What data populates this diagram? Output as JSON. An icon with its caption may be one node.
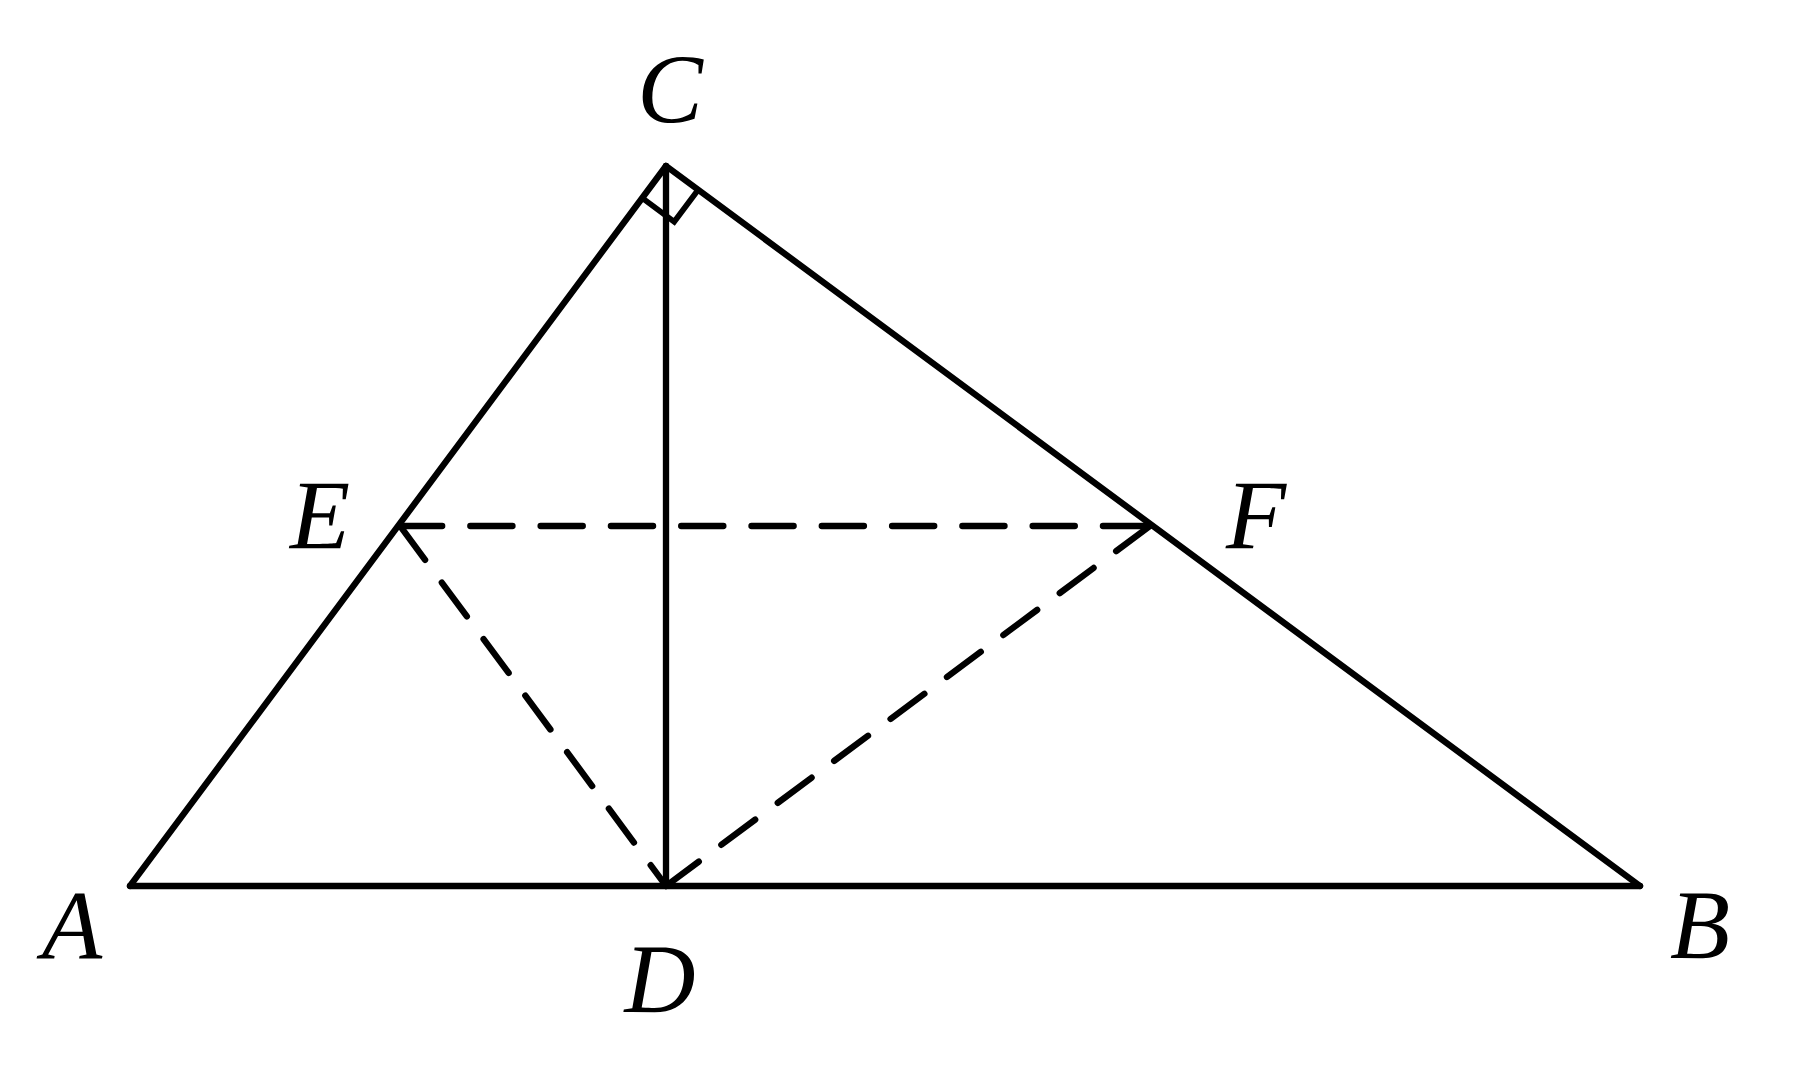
{
  "diagram": {
    "nodes": [
      {
        "text": [
          "A"
        ]
      },
      {
        "text": [
          "B"
        ]
      },
      {
        "text": [
          "C"
        ]
      },
      {
        "text": [
          "D"
        ]
      },
      {
        "text": [
          "E"
        ]
      },
      {
        "text": [
          "F"
        ]
      }
    ],
    "edges": [
      {
        "from": 0,
        "to": 2,
        "arrow": "none"
      },
      {
        "from": 2,
        "to": 1,
        "arrow": "none"
      },
      {
        "from": 0,
        "to": 1,
        "arrow": "none"
      },
      {
        "from": 2,
        "to": 3,
        "arrow": "none"
      },
      {
        "from": 4,
        "to": 5,
        "arrow": "none",
        "style": "dashed"
      },
      {
        "from": 4,
        "to": 3,
        "arrow": "none",
        "style": "dashed"
      },
      {
        "from": 5,
        "to": 3,
        "arrow": "none",
        "style": "dashed"
      }
    ]
  }
}
